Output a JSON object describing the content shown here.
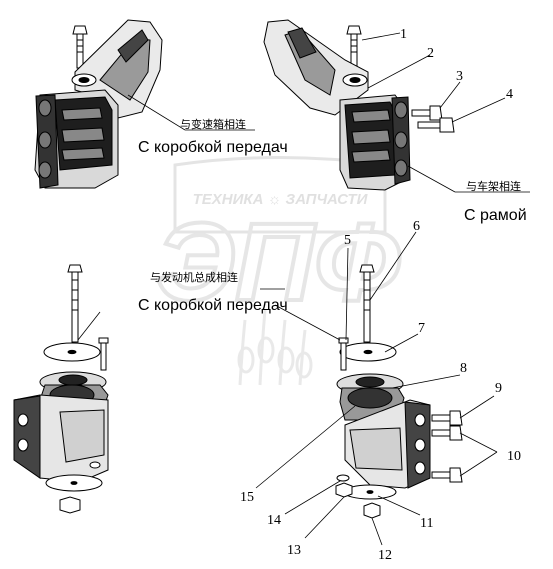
{
  "watermark": {
    "top_text": "ТЕХНИКА ☼ ЗАПЧАСТИ",
    "logo_letters": "ЭПФ",
    "color": "#d8d8d8"
  },
  "captions": {
    "gearbox_cn": "与变速箱相连",
    "gearbox_ru": "С коробкой передач",
    "frame_cn": "与车架相连",
    "frame_ru": "С рамой",
    "engine_cn": "与发动机总成相连",
    "engine_ru": "С коробкой передач"
  },
  "callouts": [
    "1",
    "2",
    "3",
    "4",
    "5",
    "6",
    "7",
    "8",
    "9",
    "10",
    "11",
    "12",
    "13",
    "14",
    "15"
  ],
  "colors": {
    "line": "#000000",
    "dark": "#1a1a1a",
    "mid": "#555555",
    "light": "#bfbfbf"
  }
}
